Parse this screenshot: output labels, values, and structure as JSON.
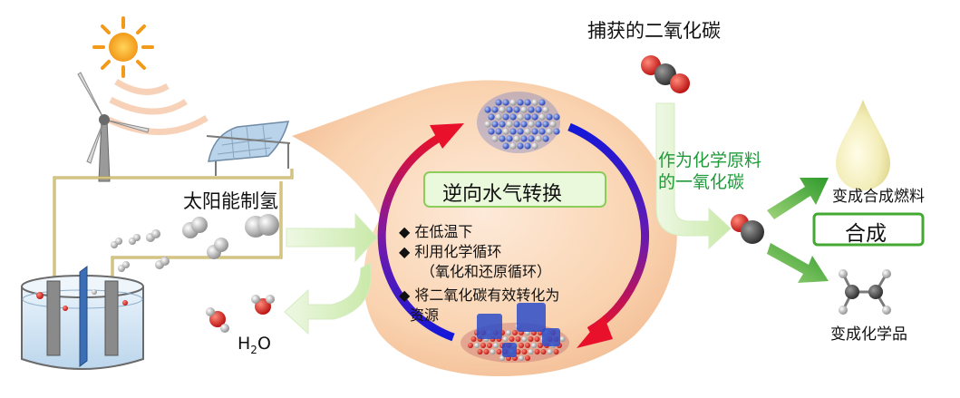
{
  "labels": {
    "captured_co2": "捕获的二氧化碳",
    "solar_hydrogen": "太阳能制氢",
    "rwgs_title": "逆向水气转换",
    "co_feedstock_line1": "作为化学原料",
    "co_feedstock_line2": "的一氧化碳",
    "fuels": "变成合成燃料",
    "synthesis": "合成",
    "chemicals": "变成化学品",
    "water": "H",
    "water_sub": "2",
    "water_tail": "O"
  },
  "bullets": [
    "◆ 在低温下",
    "◆ 利用化学循环",
    "（氧化和还原循环）",
    "◆ 将二氧化碳有效转化为",
    "资源"
  ],
  "colors": {
    "feedstock_text": "#1f9a3a",
    "arrow_green": "#43a832",
    "arrow_lightgreen": "#d7efc0",
    "cycle_red": "#e8102a",
    "cycle_blue": "#1418d8",
    "bubble": "#fbd3b2",
    "title_box": "#e8f7d8",
    "title_box_border": "#8ccc5a"
  }
}
